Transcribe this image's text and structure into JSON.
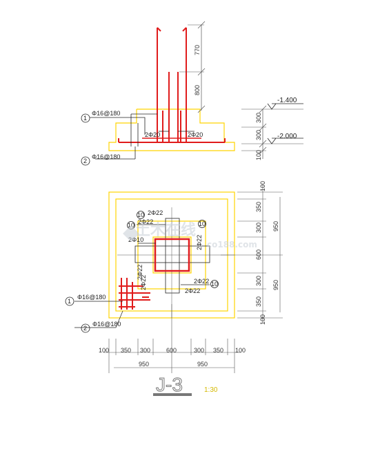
{
  "drawing": {
    "title": "J-3",
    "scale": "1:30"
  },
  "colors": {
    "rebar": "#e01b1b",
    "concrete": "#ffd400",
    "dimension": "#555555",
    "text": "#222222"
  },
  "section": {
    "dims_right": [
      "770",
      "800"
    ],
    "dims_base": [
      "300",
      "300",
      "100"
    ],
    "elevations": [
      "-1.400",
      "-2.000"
    ],
    "bar_notes": [
      "2Φ20",
      "2Φ20"
    ],
    "callouts": [
      {
        "id": "1",
        "text": "Φ16@180"
      },
      {
        "id": "2",
        "text": "Φ16@180"
      }
    ]
  },
  "plan": {
    "dims_right_outer": [
      "100",
      "350",
      "300",
      "600",
      "300",
      "350",
      "100"
    ],
    "dims_right_total": [
      "950",
      "950"
    ],
    "dims_bottom_outer": [
      "100",
      "350",
      "300",
      "600",
      "300",
      "350",
      "100"
    ],
    "dims_bottom_total": [
      "950",
      "950"
    ],
    "bar_notes": [
      "2Φ22",
      "2Φ22",
      "2Φ22",
      "2Φ22",
      "2Φ22",
      "2Φ10",
      "2Φ22",
      "2Φ22"
    ],
    "markers": [
      "10",
      "10",
      "10",
      "10"
    ],
    "callouts": [
      {
        "id": "1",
        "text": "Φ16@180"
      },
      {
        "id": "2",
        "text": "Φ16@180"
      }
    ]
  },
  "watermark": {
    "text": "土木在线",
    "sub": "co188.com"
  }
}
